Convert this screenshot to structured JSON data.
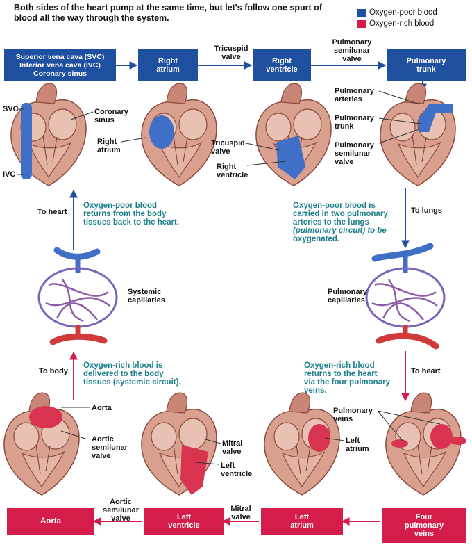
{
  "header": {
    "text": "Both sides of the heart pump at the same time, but let's follow one spurt of blood all the way through the system."
  },
  "legend": {
    "oxygen_poor": "Oxygen-poor blood",
    "oxygen_rich": "Oxygen-rich blood",
    "oxygen_poor_color": "#1f4f9f",
    "oxygen_rich_color": "#d41d4a"
  },
  "top_flow": {
    "box1": "Superior vena cava (SVC) Inferior vena cava (IVC) Coronary sinus",
    "box1_lines": [
      "Superior vena cava (SVC)",
      "Inferior vena cava (IVC)",
      "Coronary sinus"
    ],
    "box2": [
      "Right",
      "atrium"
    ],
    "box3": [
      "Right",
      "ventricle"
    ],
    "box4": [
      "Pulmonary",
      "trunk"
    ],
    "arrow1": [
      "Tricuspid",
      "valve"
    ],
    "arrow2": [
      "Pulmonary",
      "semilunar",
      "valve"
    ]
  },
  "bottom_flow": {
    "box1": [
      "Aorta"
    ],
    "box2": [
      "Left",
      "ventricle"
    ],
    "box3": [
      "Left",
      "atrium"
    ],
    "box4": [
      "Four",
      "pulmonary",
      "veins"
    ],
    "arrow1": [
      "Aortic",
      "semilunar",
      "valve"
    ],
    "arrow2": [
      "Mitral",
      "valve"
    ]
  },
  "heart_labels": {
    "svc": "SVC",
    "ivc": "IVC",
    "coronary_sinus": [
      "Coronary",
      "sinus"
    ],
    "right_atrium": [
      "Right",
      "atrium"
    ],
    "tricuspid_valve": [
      "Tricuspid",
      "valve"
    ],
    "right_ventricle": [
      "Right",
      "ventricle"
    ],
    "pulmonary_arteries": [
      "Pulmonary",
      "arteries"
    ],
    "pulmonary_trunk": [
      "Pulmonary",
      "trunk"
    ],
    "pulmonary_semilunar_valve": [
      "Pulmonary",
      "semilunar",
      "valve"
    ],
    "aorta": "Aorta",
    "aortic_semilunar_valve": [
      "Aortic",
      "semilunar",
      "valve"
    ],
    "mitral_valve": [
      "Mitral",
      "valve"
    ],
    "left_ventricle": [
      "Left",
      "ventricle"
    ],
    "pulmonary_veins": [
      "Pulmonary",
      "veins"
    ],
    "left_atrium": [
      "Left",
      "atrium"
    ]
  },
  "side": {
    "to_heart_left": "To heart",
    "to_lungs": "To lungs",
    "to_body": "To body",
    "to_heart_right": "To heart",
    "systemic_capillaries": [
      "Systemic",
      "capillaries"
    ],
    "pulmonary_capillaries": [
      "Pulmonary",
      "capillaries"
    ]
  },
  "descriptions": {
    "upper_left": [
      "Oxygen-poor blood",
      "returns from the body",
      "tissues back to the heart."
    ],
    "upper_right": [
      "Oxygen-poor blood is",
      "carried in two pulmonary",
      "arteries to the lungs",
      "(pulmonary circuit) to be",
      "oxygenated."
    ],
    "lower_left": [
      "Oxygen-rich blood is",
      "delivered to the body",
      "tissues (systemic circuit)."
    ],
    "lower_right": [
      "Oxygen-rich blood",
      "returns to the heart",
      "via the four pulmonary",
      "veins."
    ]
  }
}
